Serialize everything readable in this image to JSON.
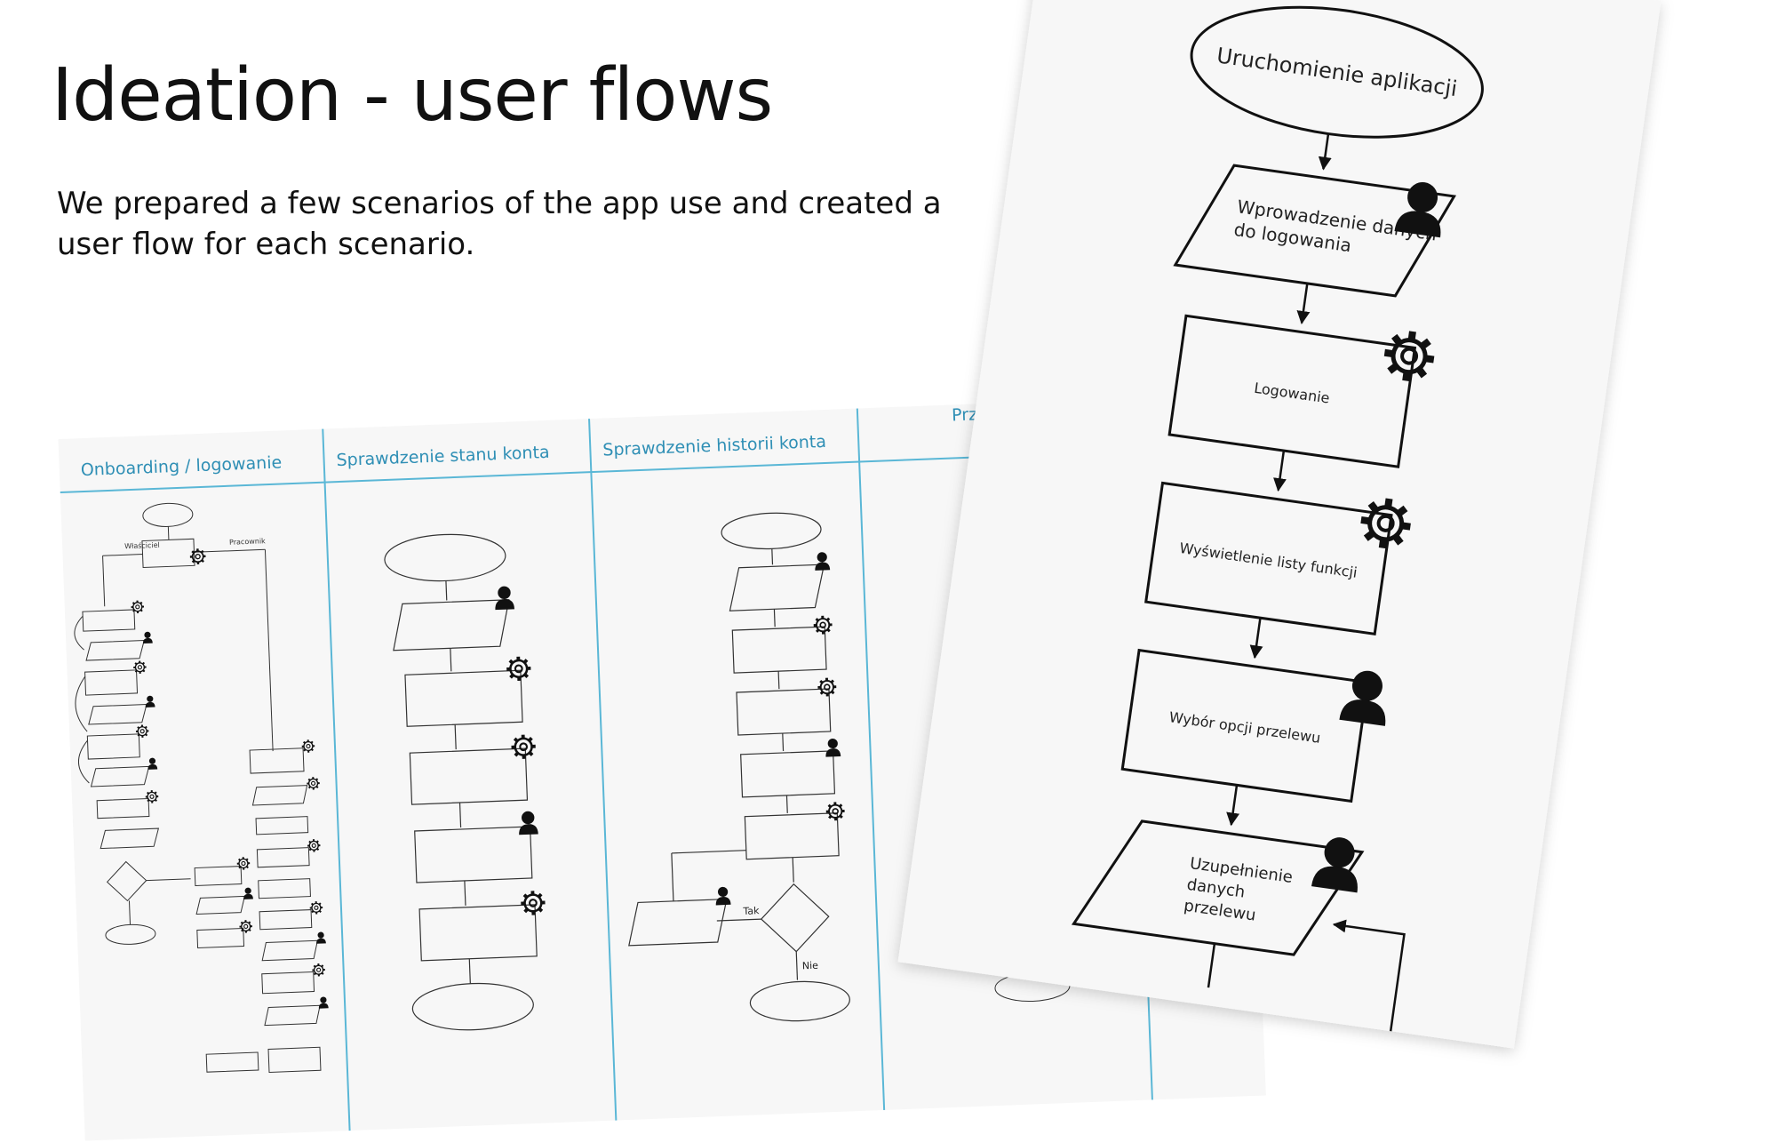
{
  "header": {
    "title": "Ideation - user flows",
    "description": "We prepared a few scenarios of the app use and created a user flow for each scenario."
  },
  "back_sheet": {
    "columns": [
      {
        "label": "Onboarding / logowanie"
      },
      {
        "label": "Sprawdzenie stanu konta"
      },
      {
        "label": "Sprawdzenie historii konta"
      },
      {
        "label": "Prze"
      }
    ],
    "col1_branches": {
      "left": "Właściciel",
      "right": "Pracownik"
    },
    "col3_branches": {
      "yes": "Tak",
      "no": "Nie"
    }
  },
  "front_sheet": {
    "nodes": [
      {
        "label": "Uruchomienie aplikacji",
        "shape": "ellipse",
        "icon": "none"
      },
      {
        "label": "Wprowadzenie danych\ndo logowania",
        "shape": "parallelogram",
        "icon": "user-icon"
      },
      {
        "label": "Logowanie",
        "shape": "rectangle",
        "icon": "gear-icon"
      },
      {
        "label": "Wyświetlenie listy funkcji",
        "shape": "rectangle",
        "icon": "gear-icon"
      },
      {
        "label": "Wybór opcji przelewu",
        "shape": "rectangle",
        "icon": "user-icon"
      },
      {
        "label": "Uzupełnienie\ndanych\nprzelewu",
        "shape": "parallelogram",
        "icon": "user-icon"
      }
    ]
  },
  "colors": {
    "lane_line": "#5ab7d6",
    "lane_text": "#2f8fb5",
    "stroke": "#1a1a1a",
    "sheet_bg": "#f7f7f7"
  }
}
